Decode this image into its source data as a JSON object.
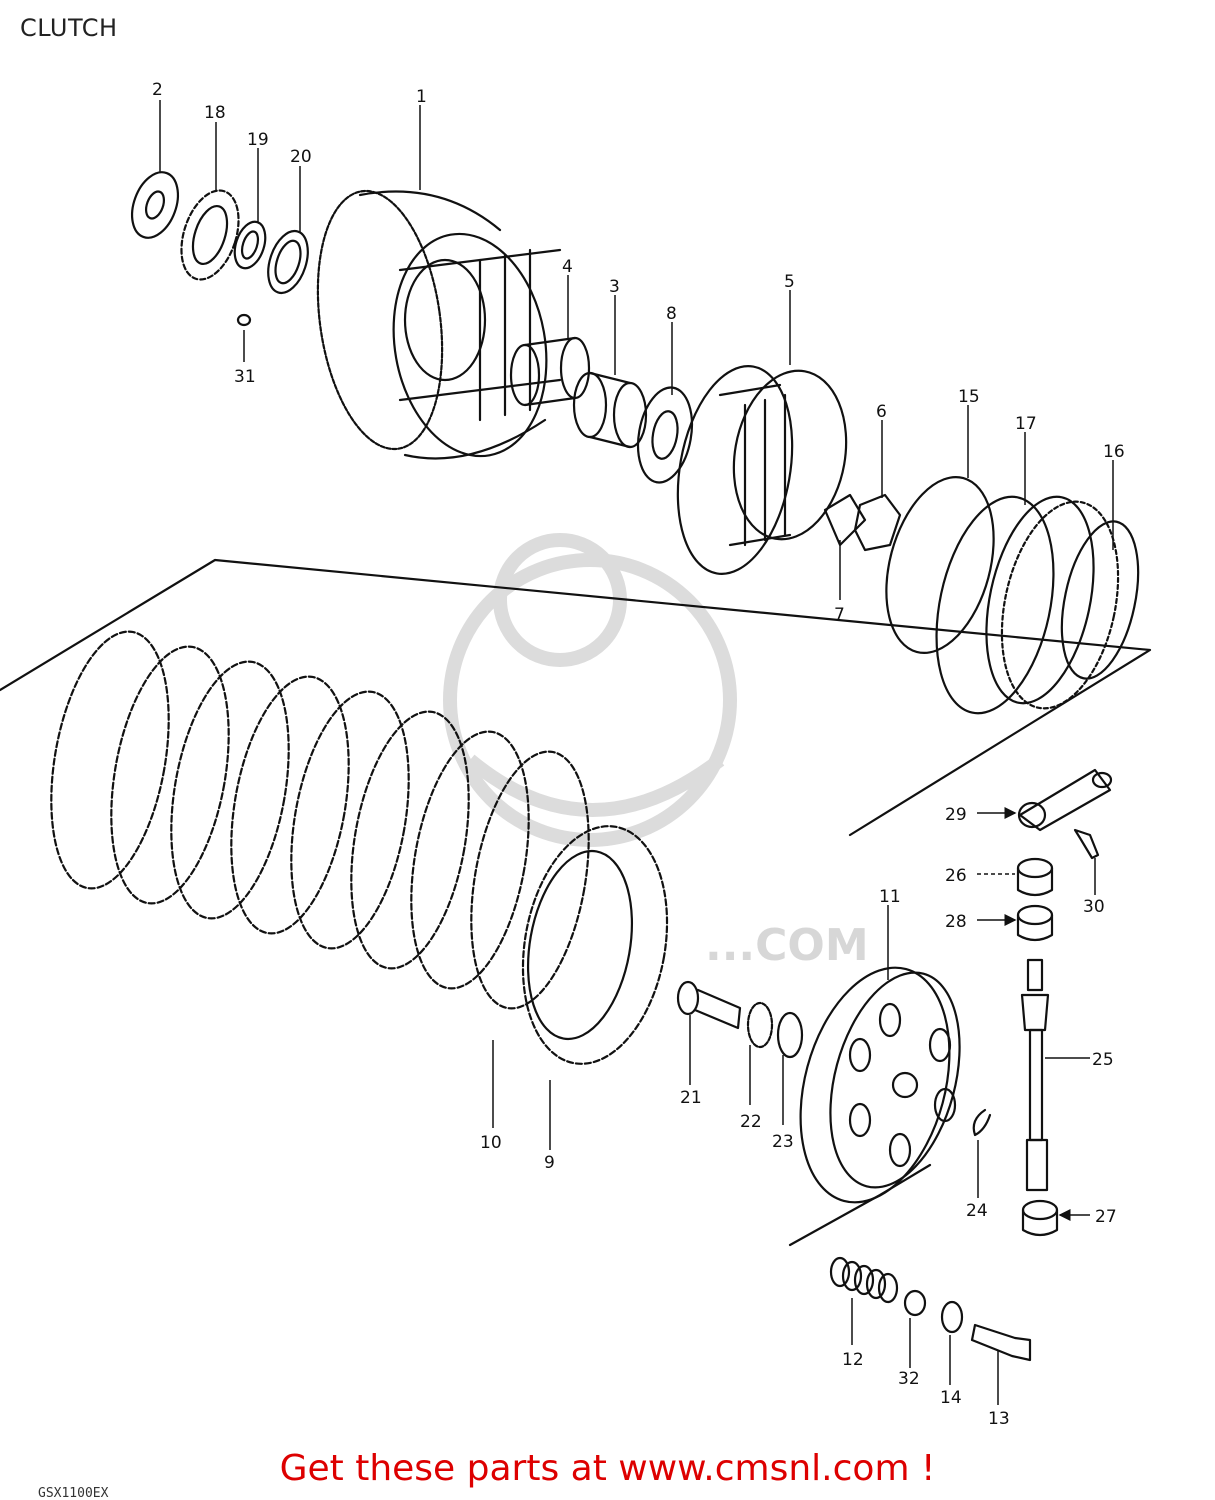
{
  "title": "CLUTCH",
  "footer": {
    "link_text": "Get these parts at www.cmsnl.com !"
  },
  "drawing_code": "GSX1100EX",
  "watermark": {
    "text": "...COM"
  },
  "colors": {
    "footer": "#dd0000",
    "ink": "#111111",
    "watermark": "#d7d7d7"
  },
  "callouts": {
    "c1": "1",
    "c2": "2",
    "c3": "3",
    "c4": "4",
    "c5": "5",
    "c6": "6",
    "c7": "7",
    "c8": "8",
    "c9": "9",
    "c10": "10",
    "c11": "11",
    "c12": "12",
    "c13": "13",
    "c14": "14",
    "c15": "15",
    "c16": "16",
    "c17": "17",
    "c18": "18",
    "c19": "19",
    "c20": "20",
    "c21": "21",
    "c22": "22",
    "c23": "23",
    "c24": "24",
    "c25": "25",
    "c26": "26",
    "c27": "27",
    "c28": "28",
    "c29": "29",
    "c30": "30",
    "c31": "31",
    "c32": "32"
  }
}
